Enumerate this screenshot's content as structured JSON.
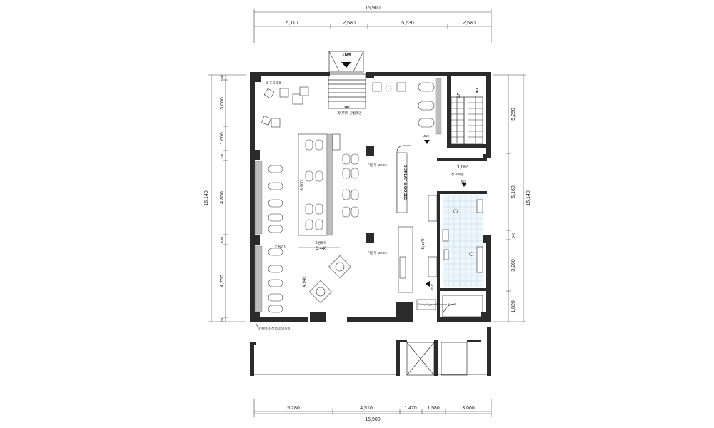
{
  "dimensions": {
    "top_total": "15,900",
    "top_segments": [
      "5,110",
      "2,580",
      "5,630",
      "2,580"
    ],
    "bottom_total": "15,900",
    "bottom_segments": [
      "5,280",
      "4,510",
      "1,470",
      "1,580",
      "3,060"
    ],
    "left_total": "16,140",
    "left_segments": [
      "500",
      "3,060",
      "1,600",
      "630",
      "4,850",
      "630",
      "4,760",
      "200"
    ],
    "right_total": "16,140",
    "right_segments": [
      "5,260",
      "5,160",
      "640",
      "3,260",
      "1,820"
    ],
    "inner": [
      "6,900",
      "3,440",
      "2,870",
      "4,940",
      "3,182",
      "6,570"
    ]
  },
  "labels": {
    "entrance": "ENT",
    "stair_up_main": "UP",
    "stair_up": "UP",
    "stair_dn": "DN",
    "display": "DISPLAY & GOODS",
    "column_mesh_1": "기둥부 MESH",
    "column_mesh_2": "기둥부 MESH",
    "note_top_left": "벽 조표목표",
    "note_stair": "계단하부 간접조명",
    "note_bar": "조경레터",
    "note_bottom": "카페매장(신)접조명계획",
    "storage": "창고/비품",
    "jn_1": "JN2",
    "jn_2": "JN3",
    "jn_3": "JN3",
    "wc_sign": "Safety Hygiene Restroom Rule"
  }
}
